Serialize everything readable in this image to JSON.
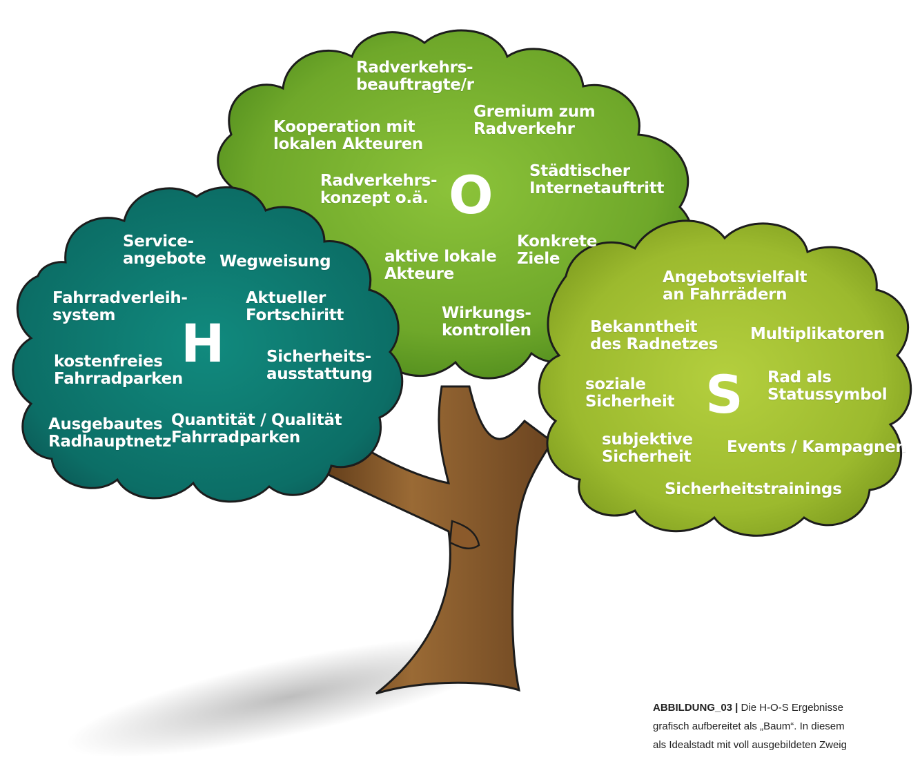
{
  "colors": {
    "trunk": "#8B5A2B",
    "trunk_dark": "#5E3A18",
    "cloud_o": "#7FB52F",
    "cloud_h": "#0E7D72",
    "cloud_s": "#A8C53A",
    "outline": "#1c1c1c",
    "text": "#ffffff"
  },
  "clouds": {
    "o": {
      "letter": "O",
      "items": [
        "Radverkehrs-\nbeauftragte/r",
        "Gremium zum\nRadverkehr",
        "Kooperation mit\nlokalen Akteuren",
        "Städtischer\nInternetauftritt",
        "Radverkehrs-\nkonzept o.ä.",
        "Konkrete\nZiele",
        "aktive lokale\nAkteure",
        "Wirkungs-\nkontrollen"
      ]
    },
    "h": {
      "letter": "H",
      "items": [
        "Service-\nangebote",
        "Wegweisung",
        "Fahrradverleih-\nsystem",
        "Aktueller\nFortschiritt",
        "kostenfreies\nFahrradparken",
        "Sicherheits-\nausstattung",
        "Ausgebautes\nRadhauptnetz",
        "Quantität / Qualität\nFahrradparken"
      ]
    },
    "s": {
      "letter": "S",
      "items": [
        "Angebotsvielfalt\nan Fahrrädern",
        "Bekanntheit\ndes Radnetzes",
        "Multiplikatoren",
        "soziale\nSicherheit",
        "Rad als\nStatussymbol",
        "subjektive\nSicherheit",
        "Events / Kampagnen",
        "Sicherheitstrainings"
      ]
    }
  },
  "caption": {
    "label": "ABBILDUNG_03 |",
    "line1": " Die H-O-S Ergebnisse",
    "line2": "grafisch aufbereitet als „Baum“. In diesem",
    "line3": "als Idealstadt mit voll ausgebildeten Zweig"
  }
}
